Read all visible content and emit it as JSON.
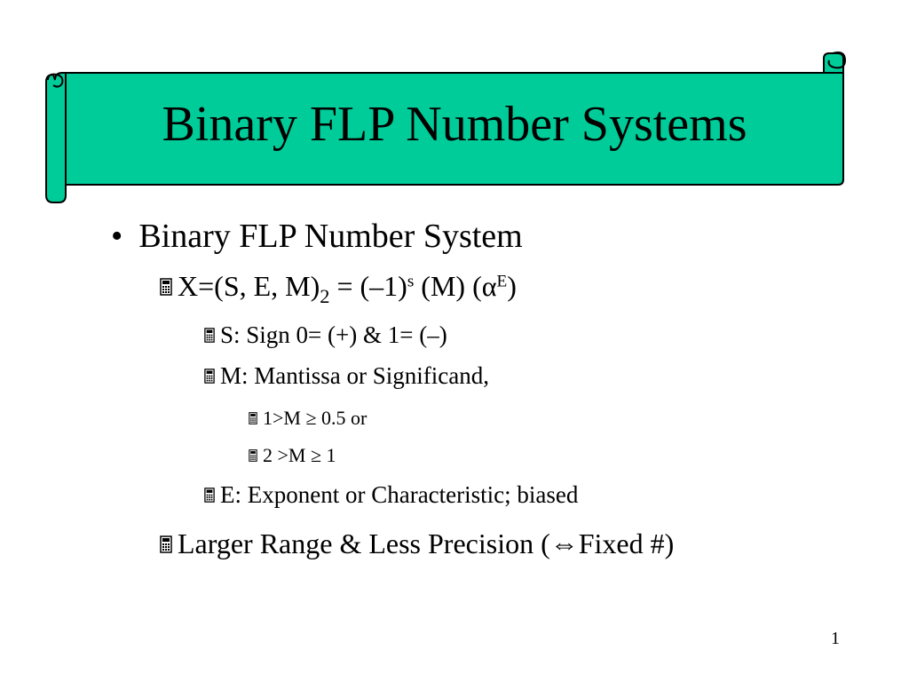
{
  "colors": {
    "banner_fill": "#00CC99",
    "banner_stroke": "#000000"
  },
  "title": "Binary FLP Number Systems",
  "bullets": {
    "l1": {
      "icon": "bullet-dot",
      "text": "Binary FLP Number System"
    },
    "l2a": {
      "icon": "calculator-icon",
      "prefix": "X=(S, E, M)",
      "sub": "2",
      "middle": " = (–1)",
      "sup1": "s",
      "after": " (M) (α",
      "sup2": "E",
      "end": ")"
    },
    "l3a": {
      "icon": "calculator-icon",
      "text": "S: Sign 0= (+) & 1= (–)"
    },
    "l3b": {
      "icon": "calculator-icon",
      "text": "M: Mantissa or Significand,"
    },
    "l4a": {
      "icon": "calculator-icon",
      "text": "1>M ≥ 0.5 or"
    },
    "l4b": {
      "icon": "calculator-icon",
      "text": "2 >M ≥ 1"
    },
    "l3c": {
      "icon": "calculator-icon",
      "text": "E: Exponent or Characteristic; biased"
    },
    "l2b": {
      "icon": "calculator-icon",
      "text": "Larger Range & Less Precision (⇔Fixed #)"
    }
  },
  "slide_number": "1"
}
